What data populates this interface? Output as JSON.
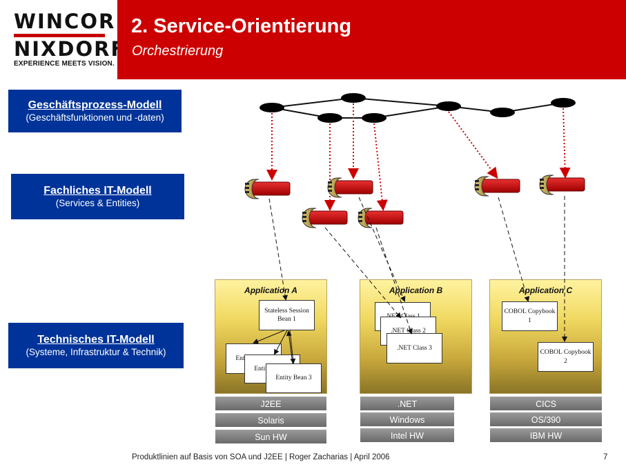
{
  "header": {
    "logo_line1": "WINCOR",
    "logo_line2": "NIXDORF",
    "logo_tagline": "EXPERIENCE MEETS VISION.",
    "title": "2. Service-Orientierung",
    "subtitle": "Orchestrierung",
    "brand_color": "#cc0000"
  },
  "layers": {
    "business": {
      "title": "Geschäftsprozess-Modell",
      "subtitle": "(Geschäftsfunktionen und -daten)"
    },
    "functional": {
      "title": "Fachliches IT-Modell",
      "subtitle": "(Services & Entities)"
    },
    "technical": {
      "title": "Technisches IT-Modell",
      "subtitle": "(Systeme, Infrastruktur & Technik)"
    },
    "color": "#003399"
  },
  "applications": {
    "a": {
      "title": "Application  A",
      "components": {
        "session_bean": "Stateless Session Bean 1",
        "entity_bean_1": "Entity Bean 1",
        "entity_bean_2": "Entity Bean 2",
        "entity_bean_3": "Entity Bean 3"
      },
      "tiers": [
        "J2EE",
        "Solaris",
        "Sun HW"
      ]
    },
    "b": {
      "title": "Application  B",
      "components": {
        "net_class_1": ".NET Class 1",
        "net_class_2": ".NET Class 2",
        "net_class_3": ".NET Class 3"
      },
      "tiers": [
        ".NET",
        "Windows",
        "Intel HW"
      ]
    },
    "c": {
      "title": "Application  C",
      "components": {
        "cobol_1": "COBOL Copybook 1",
        "cobol_2": "COBOL Copybook 2"
      },
      "tiers": [
        "CICS",
        "OS/390",
        "IBM HW"
      ]
    }
  },
  "footer": {
    "text": "Produktlinien auf Basis von SOA und J2EE | Roger Zacharias | April 2006",
    "page": "7"
  }
}
